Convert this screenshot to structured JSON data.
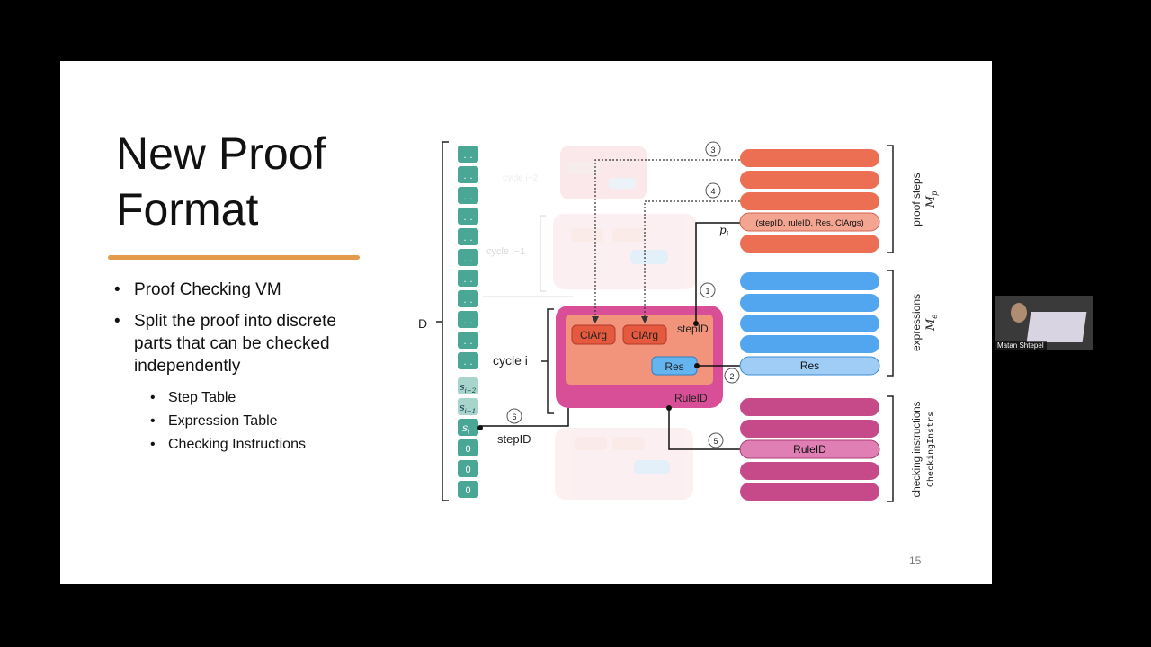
{
  "slide": {
    "title_line1": "New Proof",
    "title_line2": "Format",
    "bullets": [
      {
        "text": "Proof Checking VM"
      },
      {
        "text": "Split the proof into discrete parts that can be checked independently"
      }
    ],
    "sub_bullets": [
      {
        "text": "Step Table"
      },
      {
        "text": "Expression Table"
      },
      {
        "text": "Checking Instructions"
      }
    ],
    "slide_number": "15"
  },
  "diagram": {
    "d_label": "D",
    "ellipsis": "…",
    "zero": "0",
    "s_i2": "s",
    "s_i2_sub": "i−2",
    "s_i1": "s",
    "s_i1_sub": "i−1",
    "s_i": "s",
    "s_i_sub": "i",
    "cycle_label": "cycle i",
    "cycle_prev_label": "cycle i−1",
    "cycle_prev2_label": "cycle i−2",
    "clarg": "ClArg",
    "stepid": "stepID",
    "res": "Res",
    "ruleid": "RuleID",
    "pi": "p",
    "pi_sub": "i",
    "stepid_bottom": "stepID",
    "proof_step_tuple": "(stepID, ruleID, Res, ClArgs)",
    "expr_res": "Res",
    "check_ruleid": "RuleID",
    "right_label_proof": "proof steps",
    "right_label_proof_sym": "M",
    "right_label_proof_sub": "p",
    "right_label_expr": "expressions",
    "right_label_expr_sym": "M",
    "right_label_expr_sub": "e",
    "right_label_check": "checking instructions",
    "right_label_check_sym": "CheckingInstrs",
    "steps": [
      "1",
      "2",
      "3",
      "4",
      "5",
      "6"
    ]
  },
  "colors": {
    "teal": "#4aa695",
    "orange": "#ec6f53",
    "blue": "#52a6ef",
    "magenta": "#c64a8a",
    "accent_underline": "#e39a4a"
  },
  "camera": {
    "name": "Matan Shtepel"
  }
}
